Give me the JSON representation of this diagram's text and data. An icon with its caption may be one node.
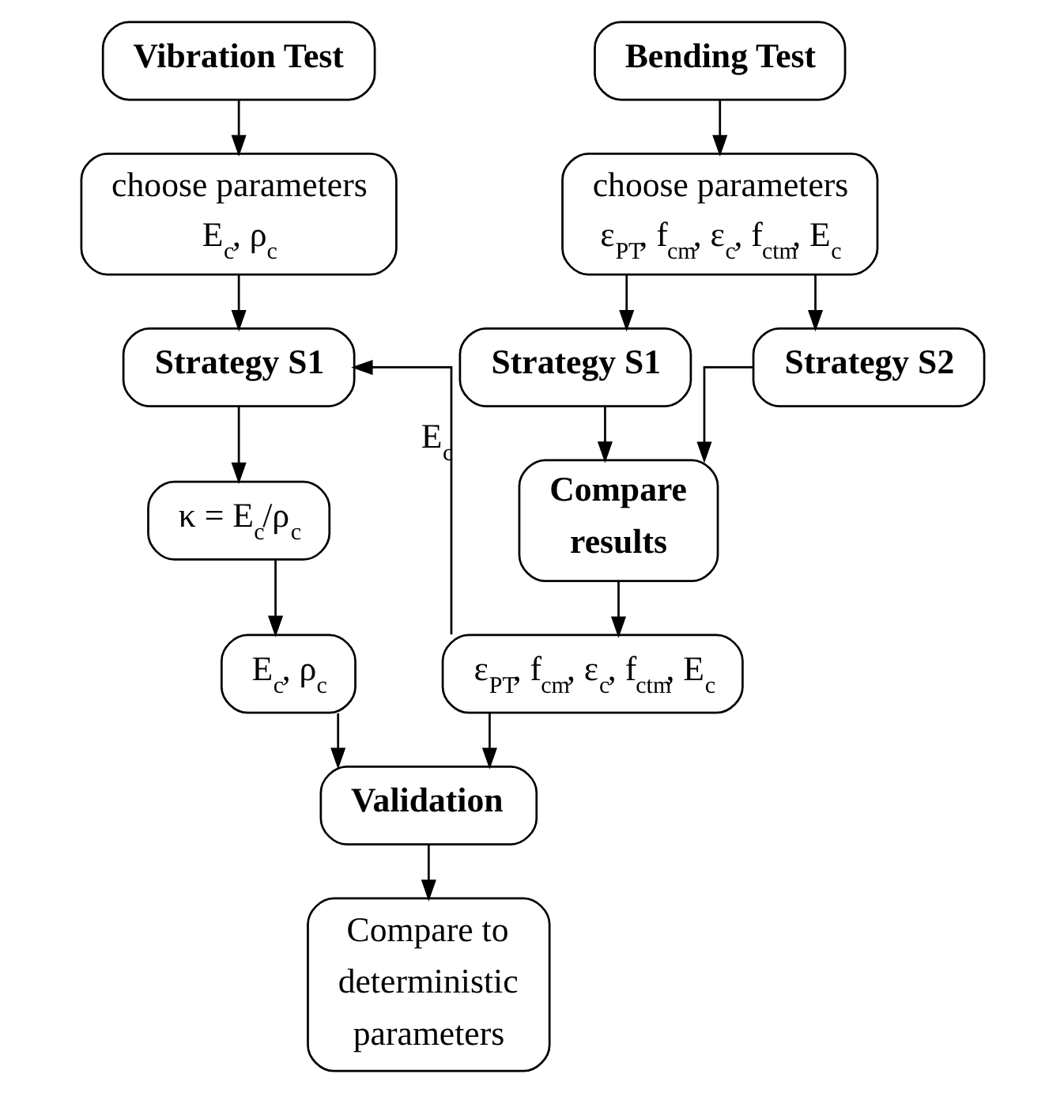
{
  "diagram": {
    "nodes": [
      {
        "text": [
          "Vibration Test"
        ]
      },
      {
        "text": [
          "choose parameters",
          "E$_{c}$, ρ$_{c}$"
        ]
      },
      {
        "text": [
          "Bending Test"
        ]
      },
      {
        "text": [
          "choose parameters",
          "ε$_{PT}$, f$_{cm}$, ε$_{c}$, f$_{ctm}$, E$_{c}$"
        ]
      },
      {
        "text": [
          "Strategy S1"
        ]
      },
      {
        "text": [
          "κ = E$_{c}$/ρ$_{c}$"
        ]
      },
      {
        "text": [
          "E$_{c}$, ρ$_{c}$"
        ]
      },
      {
        "text": [
          "Strategy S1"
        ]
      },
      {
        "text": [
          "Strategy S2"
        ]
      },
      {
        "text": [
          "Compare results"
        ]
      },
      {
        "text": [
          "ε$_{PT}$, f$_{cm}$, ε$_{c}$, f$_{ctm}$, E$_{c}$"
        ]
      },
      {
        "text": [
          "Validation"
        ]
      },
      {
        "text": [
          "Compare to deterministic parameters"
        ]
      }
    ],
    "edges": [
      {
        "from": 0,
        "to": 1,
        "arrow": "to"
      },
      {
        "from": 2,
        "to": 3,
        "arrow": "to"
      },
      {
        "from": 1,
        "to": 4,
        "arrow": "to"
      },
      {
        "from": 3,
        "to": 7,
        "arrow": "to"
      },
      {
        "from": 3,
        "to": 8,
        "arrow": "to"
      },
      {
        "from": 4,
        "to": 5,
        "arrow": "to"
      },
      {
        "from": 7,
        "to": 9,
        "arrow": "to"
      },
      {
        "from": 8,
        "to": 9,
        "arrow": "to"
      },
      {
        "from": 5,
        "to": 6,
        "arrow": "to"
      },
      {
        "from": 9,
        "to": 10,
        "arrow": "to"
      },
      {
        "from": 10,
        "to": 4,
        "arrow": "to",
        "label": "E$_{c}$"
      },
      {
        "from": 6,
        "to": 11,
        "arrow": "to"
      },
      {
        "from": 10,
        "to": 11,
        "arrow": "to"
      },
      {
        "from": 11,
        "to": 12,
        "arrow": "to"
      }
    ]
  }
}
